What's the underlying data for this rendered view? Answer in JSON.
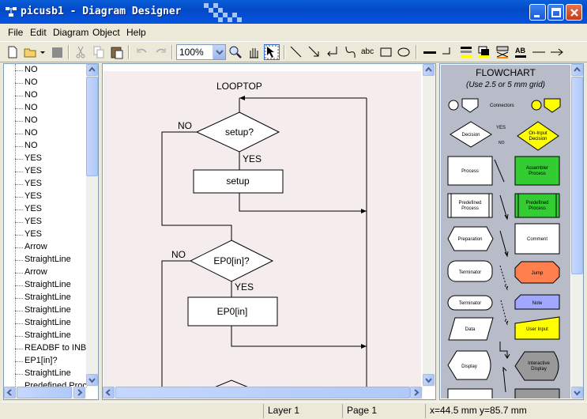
{
  "window": {
    "title": "picusb1 - Diagram Designer"
  },
  "menu": [
    "File",
    "Edit",
    "Diagram",
    "Object",
    "Help"
  ],
  "toolbar": {
    "zoom": "100%",
    "text_tool": "abc",
    "ab_label": "AB"
  },
  "tree": {
    "items": [
      "NO",
      "NO",
      "NO",
      "NO",
      "NO",
      "NO",
      "NO",
      "YES",
      "YES",
      "YES",
      "YES",
      "YES",
      "YES",
      "YES",
      "Arrow",
      "StraightLine",
      "Arrow",
      "StraightLine",
      "StraightLine",
      "StraightLine",
      "StraightLine",
      "StraightLine",
      "READBF to INB",
      "EP1[in]?",
      "StraightLine",
      "Predefined Proc"
    ]
  },
  "diagram": {
    "looptop": "LOOPTOP",
    "decision1": "setup?",
    "no1": "NO",
    "yes1": "YES",
    "process1": "setup",
    "decision2": "EP0[in]?",
    "no2": "NO",
    "yes2": "YES",
    "process2": "EP0[in]"
  },
  "palette": {
    "title": "FLOWCHART",
    "subtitle": "(Use 2.5 or 5 mm grid)",
    "connectors": "Connectors",
    "decision": "Decision",
    "yes": "YES",
    "no": "NO",
    "on_input_1": "On-Input",
    "on_input_2": "Decision",
    "process": "Process",
    "assembler_1": "Assembler",
    "assembler_2": "Process",
    "predefined_1": "Predefined",
    "predefined_2": "Process",
    "predefined_g1": "Predefined",
    "predefined_g2": "Process",
    "preparation": "Preparation",
    "comment": "Comment",
    "terminator1": "Terminator",
    "jump": "Jump",
    "terminator2": "Terminator",
    "note": "Note",
    "data": "Data",
    "user_input": "User Input",
    "display": "Display",
    "interactive_1": "Interactive",
    "interactive_2": "Display"
  },
  "status": {
    "layer": "Layer 1",
    "page": "Page 1",
    "coords": "x=44.5 mm  y=85.7 mm"
  },
  "colors": {
    "title_blue": "#0549d4",
    "canvas_bg": "#f5eded",
    "palette_bg": "#b8bcc8",
    "yellow": "#ffff00",
    "green": "#33cc33",
    "orange": "#ff7f4f",
    "lavender": "#a0a8ff"
  }
}
